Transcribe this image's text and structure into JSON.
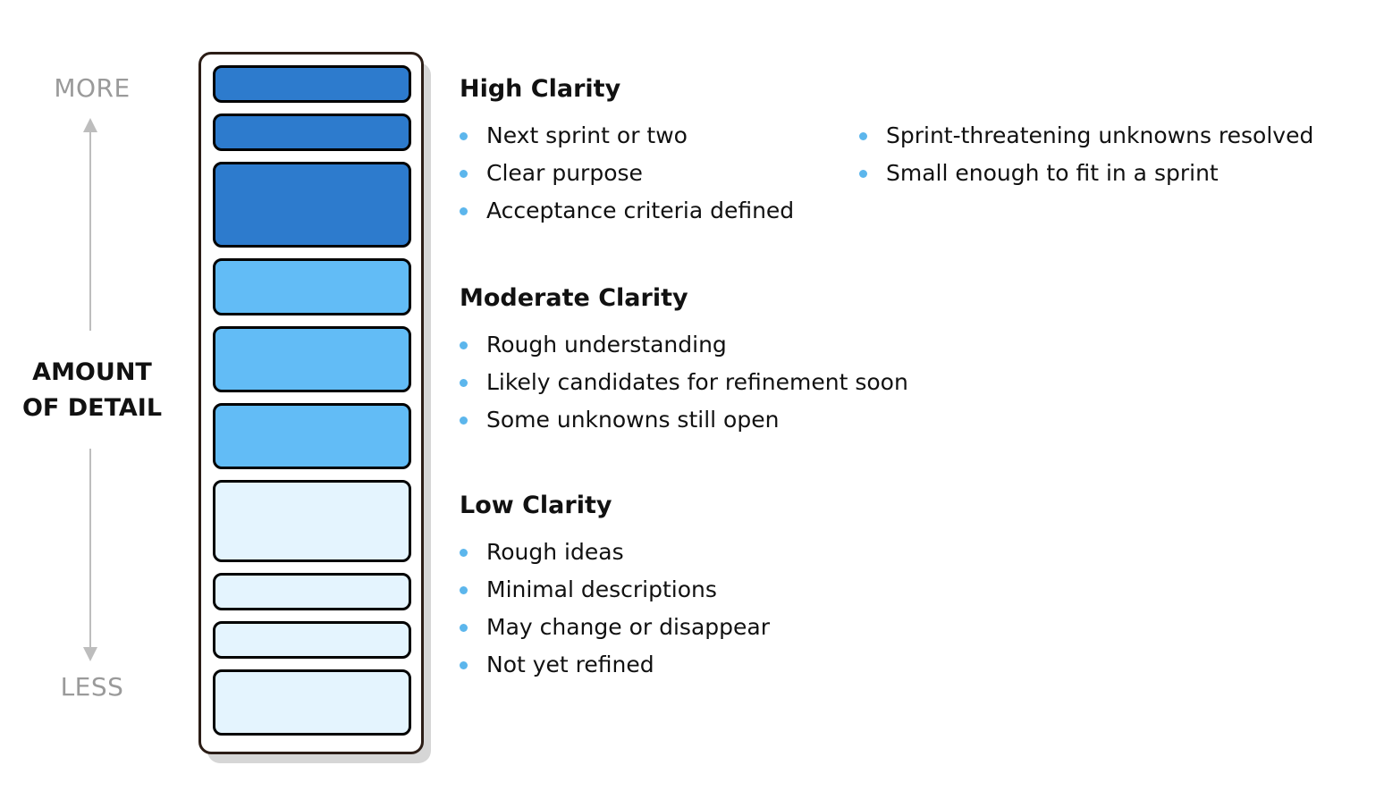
{
  "axis": {
    "more": "MORE",
    "less": "LESS",
    "label_line1": "AMOUNT",
    "label_line2": "OF DETAIL"
  },
  "colors": {
    "high": "#2d7bcd",
    "moderate": "#62bcf6",
    "low": "#e4f4fe",
    "bullet": "#5cb6ec",
    "axis": "#bdbdbd"
  },
  "sections": {
    "high": {
      "title": "High Clarity",
      "bullets": [
        "Next sprint or two",
        "Clear purpose",
        "Acceptance criteria defined",
        "Sprint-threatening unknowns resolved",
        "Small enough to fit in a sprint"
      ]
    },
    "moderate": {
      "title": "Moderate Clarity",
      "bullets": [
        "Rough understanding",
        "Likely candidates for refinement soon",
        "Some unknowns still open"
      ]
    },
    "low": {
      "title": "Low Clarity",
      "bullets": [
        "Rough ideas",
        "Minimal descriptions",
        "May change or disappear",
        "Not yet refined"
      ]
    }
  }
}
